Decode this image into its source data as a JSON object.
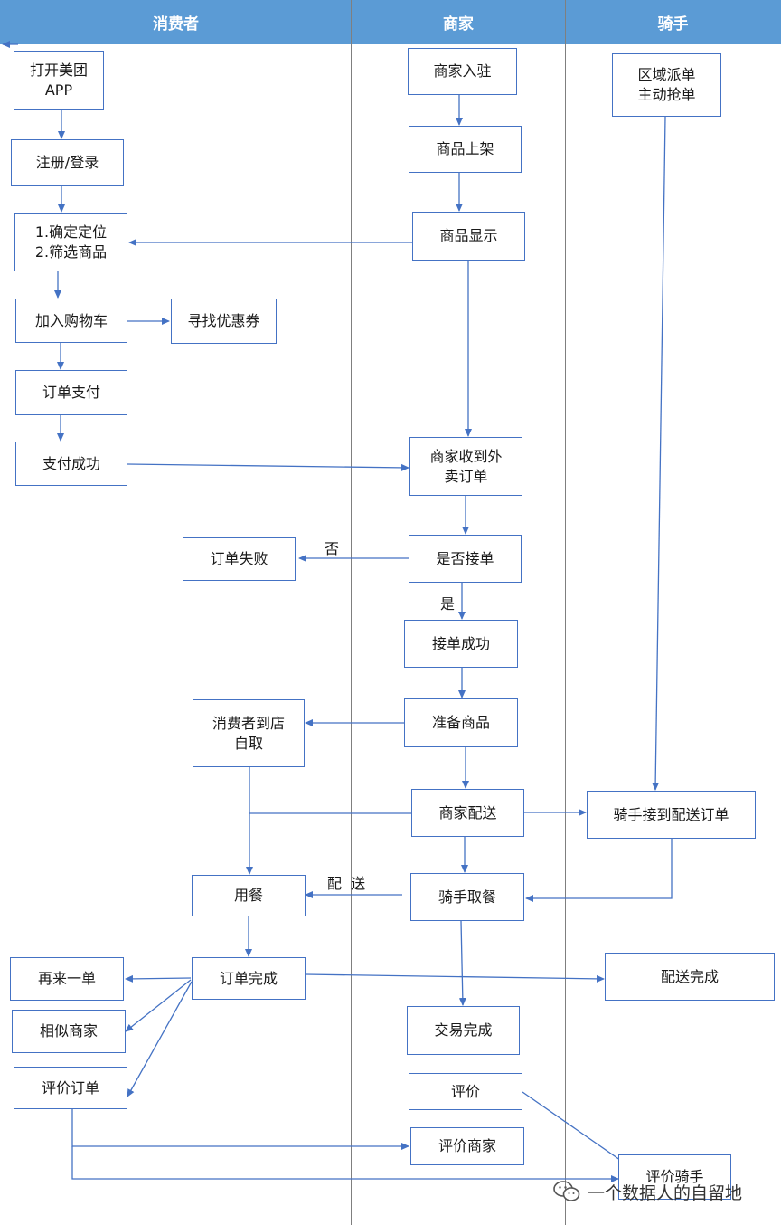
{
  "lanes": {
    "consumer": "消费者",
    "merchant": "商家",
    "rider": "骑手"
  },
  "nodes": {
    "open_app": "打开美团\nAPP",
    "register_login": "注册/登录",
    "locate_filter": "1.确定定位\n2.筛选商品",
    "add_cart": "加入购物车",
    "find_coupon": "寻找优惠券",
    "order_pay": "订单支付",
    "pay_success": "支付成功",
    "order_failed": "订单失败",
    "self_pickup": "消费者到店\n自取",
    "dine": "用餐",
    "order_complete": "订单完成",
    "reorder": "再来一单",
    "similar_merchants": "相似商家",
    "rate_order": "评价订单",
    "merchant_join": "商家入驻",
    "list_products": "商品上架",
    "show_products": "商品显示",
    "receive_order": "商家收到外\n卖订单",
    "accept_decision": "是否接单",
    "accept_success": "接单成功",
    "prepare_goods": "准备商品",
    "merchant_delivery": "商家配送",
    "rider_pickup": "骑手取餐",
    "trade_complete": "交易完成",
    "rate": "评价",
    "rate_merchant": "评价商家",
    "dispatch": "区域派单\n主动抢单",
    "rider_receive": "骑手接到配送订单",
    "delivery_complete": "配送完成",
    "rate_rider": "评价骑手"
  },
  "edge_labels": {
    "no": "否",
    "yes": "是",
    "deliver": "配  送"
  },
  "watermark": {
    "text": "一个数据人的自留地",
    "icon": "wechat-icon"
  },
  "colors": {
    "header": "#5b9bd5",
    "box_border": "#4472c4",
    "arrow": "#4472c4",
    "divider": "#7f7f7f"
  }
}
